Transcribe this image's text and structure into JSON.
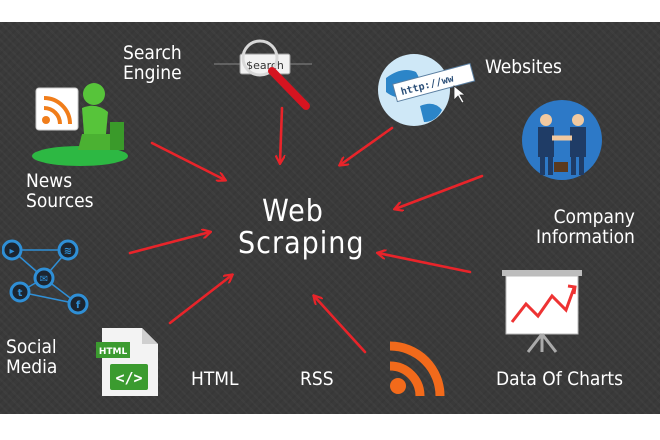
{
  "center_title": "Web\nScraping",
  "sources": {
    "search_engine": "Search\nEngine",
    "search_box_text": "$earch",
    "websites": "Websites",
    "url_text": "http://ww",
    "news_sources": "News\nSources",
    "company_information": "Company\nInformation",
    "social_media": "Social\nMedia",
    "html": "HTML",
    "html_file_tag": "HTML",
    "html_file_code": "</>",
    "rss": "RSS",
    "data_of_charts": "Data Of Charts"
  },
  "colors": {
    "background": "#3a3a3a",
    "arrow": "#e8242a",
    "text": "#ffffff"
  }
}
